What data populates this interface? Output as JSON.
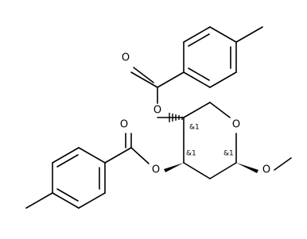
{
  "molecule": {
    "atoms": {
      "o_carbonyl_top": "O",
      "o_ester_top": "O",
      "o_ring": "O",
      "o_carbonyl_bottom": "O",
      "o_ester_bottom": "O",
      "o_methoxy": "O"
    },
    "stereo": {
      "c4": "&1",
      "c3": "&1",
      "c1": "&1"
    }
  }
}
